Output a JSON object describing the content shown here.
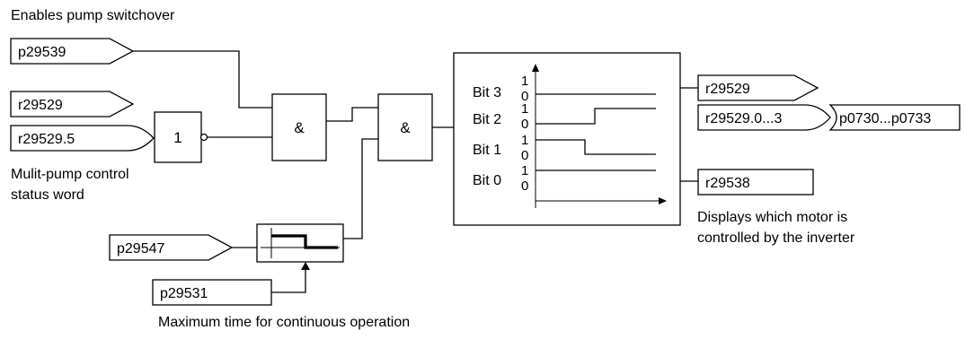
{
  "captions": {
    "enable_switchover": "Enables pump switchover",
    "status_word_line1": "Mulit-pump control",
    "status_word_line2": "status word",
    "displays_motor_line1": "Displays which motor is",
    "displays_motor_line2": "controlled by the inverter",
    "max_time": "Maximum time for continuous operation"
  },
  "inputs": {
    "p29539": "p29539",
    "r29529": "r29529",
    "r29529_5": "r29529.5",
    "p29547": "p29547",
    "p29531": "p29531"
  },
  "gates": {
    "not_gate": "1",
    "and_gate_1": "&",
    "and_gate_2": "&"
  },
  "bit_panel": {
    "bits": [
      "Bit 3",
      "Bit 2",
      "Bit 1",
      "Bit 0"
    ],
    "level_high": "1",
    "level_low": "0"
  },
  "outputs": {
    "r29529": "r29529",
    "r29529_range": "r29529.0...3",
    "p0730_range": "p0730...p0733",
    "r29538": "r29538"
  }
}
